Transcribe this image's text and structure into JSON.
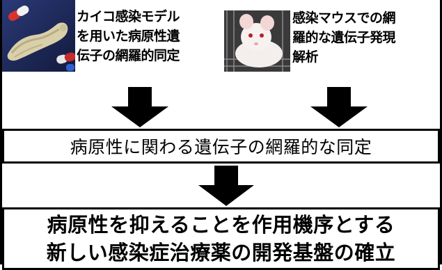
{
  "top_left": {
    "text": "カイコ感染モデル\nを用いた病原性遺\n伝子の網羅的同定"
  },
  "top_right": {
    "text": "感染マウスでの網\n羅的な遺伝子発現\n解析"
  },
  "middle_box": {
    "text": "病原性に関わる遺伝子の網羅的な同定"
  },
  "bottom_box": {
    "text": "病原性を抑えることを作用機序とする\n新しい感染症治療薬の開発基盤の確立"
  },
  "colors": {
    "ink": "#000000",
    "background": "#ffffff"
  },
  "icons": [
    "silkworm-photo",
    "mouse-photo",
    "down-arrow-icon"
  ]
}
